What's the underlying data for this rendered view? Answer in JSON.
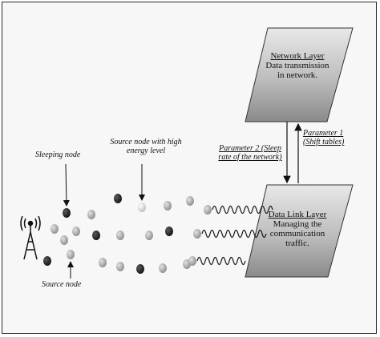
{
  "labels": {
    "sleeping_node": "Sleeping node",
    "source_node_high_energy": "Source node with high energy level",
    "source_node": "Source node"
  },
  "network_layer": {
    "title": "Network Layer",
    "description": "Data transmission in network."
  },
  "data_link_layer": {
    "title": "Data Link Layer",
    "description": "Managing the communication traffic."
  },
  "parameters": {
    "param_2": "Parameter 2 (Sleep rate of the network)",
    "param_1": "Parameter 1 (Shift tables)"
  },
  "icons": {
    "antenna": "radio-tower-icon",
    "waves": "signal-wave-icon"
  },
  "colors": {
    "frame_border": "#2a2a2a",
    "box_fill_light": "#e0e0e0",
    "box_fill_dark": "#8f8f8f",
    "sleeping_node": "#1e1e1e",
    "active_node": "#b4b4b4"
  }
}
